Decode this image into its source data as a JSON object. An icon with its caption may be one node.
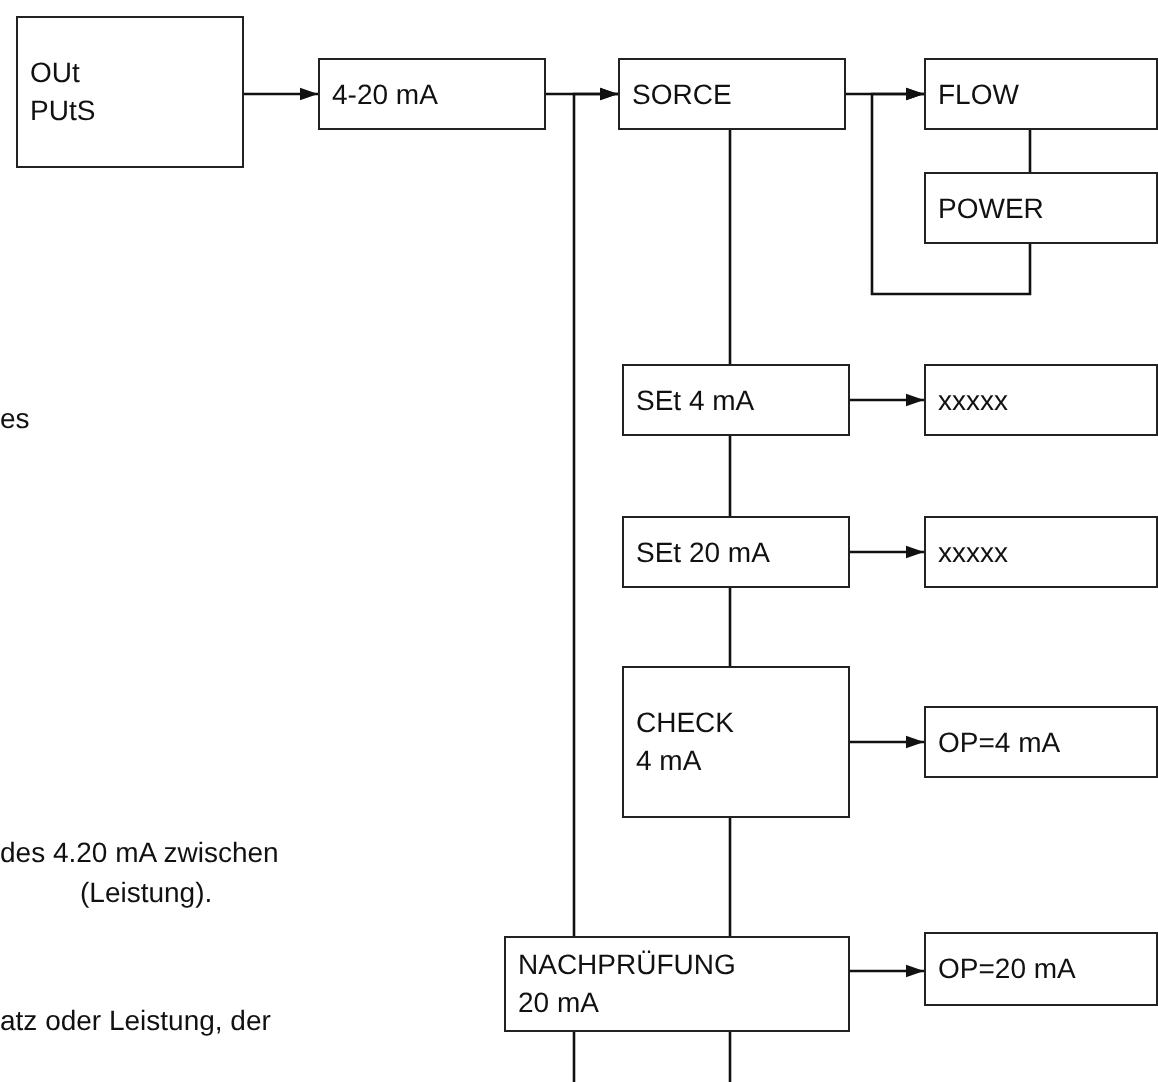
{
  "diagram": {
    "nodes": [
      {
        "text": [
          "OUt PUtS"
        ]
      },
      {
        "text": [
          "4-20 mA"
        ]
      },
      {
        "text": [
          "SORCE"
        ]
      },
      {
        "text": [
          "FLOW"
        ]
      },
      {
        "text": [
          "POWER"
        ]
      },
      {
        "text": [
          "SEt 4 mA"
        ]
      },
      {
        "text": [
          "xxxxx"
        ]
      },
      {
        "text": [
          "SEt 20 mA"
        ]
      },
      {
        "text": [
          "xxxxx"
        ]
      },
      {
        "text": [
          "CHECK 4 mA"
        ]
      },
      {
        "text": [
          "OP=4 mA"
        ]
      },
      {
        "text": [
          "NACHPRÜFUNG 20 mA"
        ]
      },
      {
        "text": [
          "OP=20 mA"
        ]
      }
    ],
    "edges": [
      {
        "from": 0,
        "to": 1,
        "arrow": "to"
      },
      {
        "from": 1,
        "to": 2,
        "arrow": "to"
      },
      {
        "from": null,
        "to": 2,
        "arrow": "to"
      },
      {
        "from": 2,
        "to": 3,
        "arrow": "to"
      },
      {
        "from": 3,
        "to": 4,
        "arrow": "none"
      },
      {
        "from": 4,
        "to": 3,
        "arrow": "to"
      },
      {
        "from": 2,
        "to": 5,
        "arrow": "none"
      },
      {
        "from": 5,
        "to": 6,
        "arrow": "to"
      },
      {
        "from": 5,
        "to": 7,
        "arrow": "none"
      },
      {
        "from": 7,
        "to": 8,
        "arrow": "to"
      },
      {
        "from": 7,
        "to": 9,
        "arrow": "none"
      },
      {
        "from": 9,
        "to": 10,
        "arrow": "to"
      },
      {
        "from": 9,
        "to": 11,
        "arrow": "none"
      },
      {
        "from": 11,
        "to": 12,
        "arrow": "to"
      },
      {
        "from": 11,
        "to": null,
        "arrow": "none"
      }
    ],
    "labels": [
      "es",
      "des 4.20 mA zwischen",
      "(Leistung).",
      "atz oder Leistung, der"
    ]
  }
}
